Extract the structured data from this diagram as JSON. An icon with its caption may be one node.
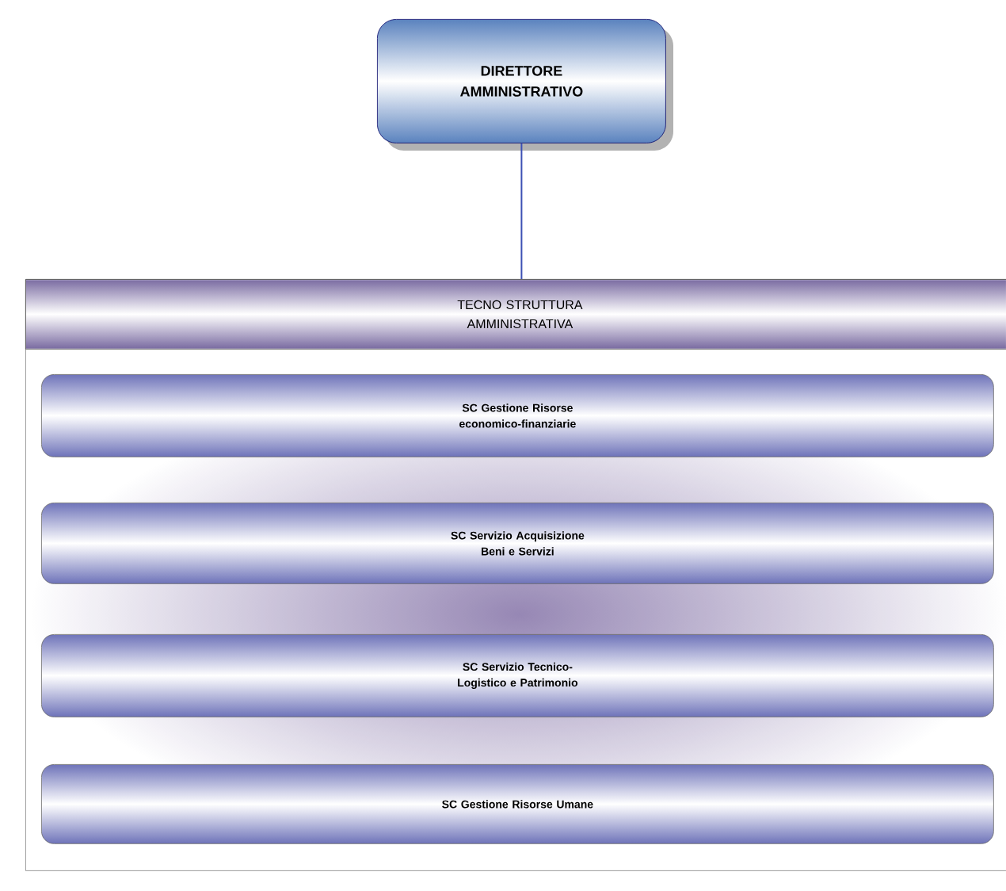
{
  "diagram": {
    "nodes": [
      {
        "text": [
          "DIRETTORE AMMINISTRATIVO"
        ]
      },
      {
        "text": [],
        "shape": "box"
      },
      {
        "text": [
          "TECNO STRUTTURA AMMINISTRATIVA"
        ],
        "in": 1
      },
      {
        "text": [
          "SC Gestione Risorse economico-finanziarie"
        ],
        "in": 1
      },
      {
        "text": [
          "SC Servizio Acquisizione Beni e Servizi"
        ],
        "in": 1
      },
      {
        "text": [
          "SC Servizio Tecnico-Logistico e Patrimonio"
        ],
        "in": 1
      },
      {
        "text": [
          "SC Gestione Risorse Umane"
        ],
        "in": 1
      }
    ],
    "edges": [
      {
        "from": 0,
        "to": 2,
        "arrow": "none"
      }
    ]
  }
}
